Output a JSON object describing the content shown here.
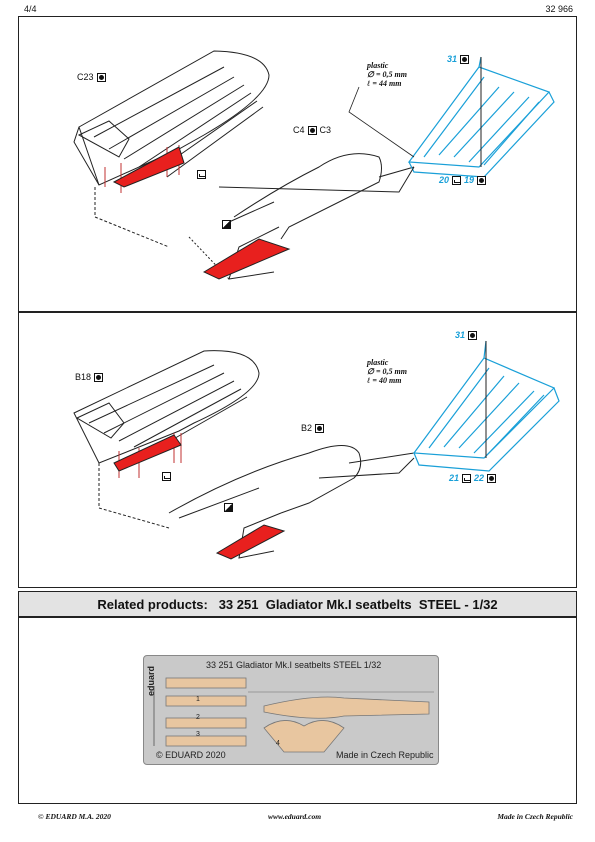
{
  "header": {
    "page": "4/4",
    "code": "32 966"
  },
  "top_panel": {
    "parts": [
      "C23",
      "C4",
      "C3",
      "31",
      "20",
      "19"
    ],
    "note_lines": [
      "plastic",
      "∅ = 0,5 mm",
      "ℓ = 44 mm"
    ]
  },
  "middle_panel": {
    "parts": [
      "B18",
      "B2",
      "31",
      "21",
      "22"
    ],
    "note_lines": [
      "plastic",
      "∅ = 0,5 mm",
      "ℓ = 40 mm"
    ]
  },
  "related": {
    "label": "Related products:",
    "number": "33 251",
    "name": "Gladiator Mk.I seatbelts",
    "material": "STEEL",
    "scale": "1/32"
  },
  "fret": {
    "title": "33 251  Gladiator Mk.I seatbelts  STEEL    1/32",
    "brand": "eduard",
    "copyright": "© EDUARD 2020",
    "made_in": "Made in Czech Republic",
    "part_numbers": [
      "1",
      "2",
      "3",
      "4"
    ]
  },
  "footer": {
    "left": "© EDUARD  M.A. 2020",
    "center": "www.eduard.com",
    "right": "Made in Czech Republic"
  },
  "colors": {
    "red": "#e8201e",
    "blue": "#1aa0d8",
    "grey_bar": "#e3e3e3",
    "fret_bg": "#c9c9c9",
    "belt": "#e8c6a0"
  }
}
